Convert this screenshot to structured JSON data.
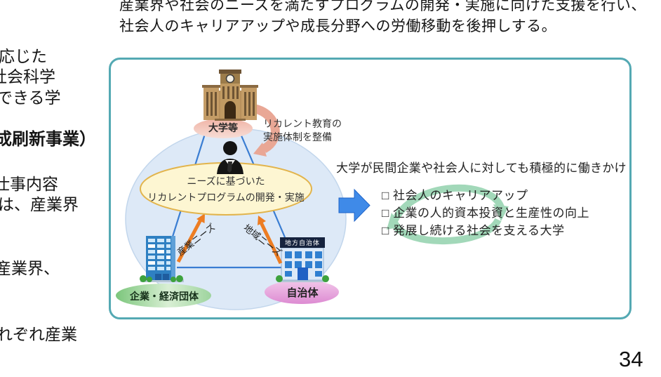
{
  "intro": {
    "line1": "産業界や社会のニーズを満たすプログラムの開発・実施に向けた支援を行い、",
    "line2": "社会人のキャリアアップや成長分野への労働移動を後押しする。"
  },
  "left_margin_fragments": [
    "応じた",
    "社会科学",
    "できる学",
    "成刷新事業）",
    "仕事内容",
    "は、産業界",
    "産業界、",
    "れぞれ産業"
  ],
  "diagram": {
    "university_label": "大学等",
    "setup_note_line1": "リカレント教育の",
    "setup_note_line2": "実施体制を整備",
    "center_program_line1": "ニーズに基づいた",
    "center_program_line2": "リカレントプログラムの開発・実施",
    "industry_needs_label": "産業ニーズ",
    "regional_needs_label": "地域ニーズ",
    "company_label": "企業・経済団体",
    "municipality_sign": "地方自治体",
    "municipality_label": "自治体",
    "outreach_heading": "大学が民間企業や社会人に対しても積極的に働きかけ",
    "outcomes": [
      "□ 社会人のキャリアアップ",
      "□ 企業の人的資本投資と生産性の向上",
      "□ 発展し続ける社会を支える大学"
    ]
  },
  "page_number": "34",
  "colors": {
    "panel_border": "#54a9b3",
    "background_circle": "#dde9f7",
    "triangle_line_blue": "#3a7dd2",
    "needs_arrow_orange": "#ed7d23",
    "setup_arrow_salmon": "#e9a795",
    "program_ellipse_fill": "#fdf6d2",
    "program_ellipse_border": "#e2b44c",
    "university_ellipse_pink": "#f2bdb0",
    "company_ellipse_green": "#8fd08f",
    "municipality_ellipse_pink": "#e393d6",
    "cycle_arrows_green": "#8ccfa8",
    "block_arrow_blue": "#3f8ae8"
  }
}
